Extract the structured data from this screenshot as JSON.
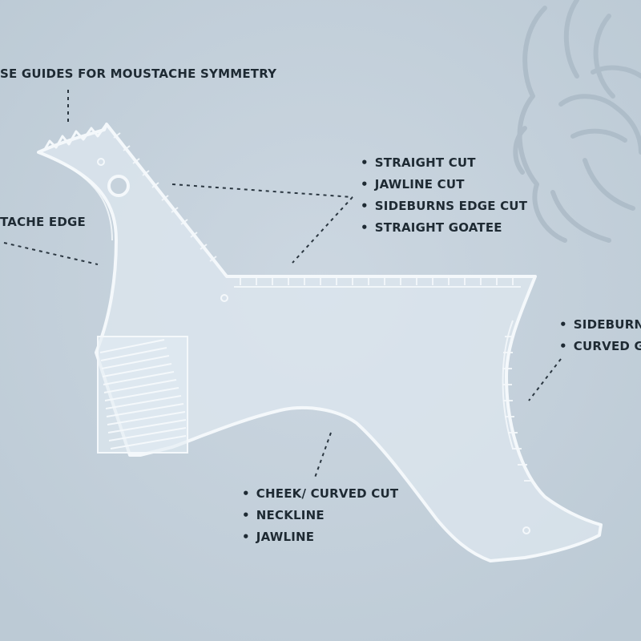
{
  "callouts": {
    "top_guides": "SE GUIDES FOR MOUSTACHE SYMMETRY",
    "moustache_edge": "TACHE EDGE",
    "top_right_list": [
      "STRAIGHT CUT",
      "JAWLINE CUT",
      "SIDEBURNS EDGE CUT",
      "STRAIGHT GOATEE"
    ],
    "right_list": [
      "SIDEBURNS",
      "CURVED GO"
    ],
    "bottom_list": [
      "CHEEK/ CURVED CUT",
      "NECKLINE",
      "JAWLINE"
    ]
  },
  "colors": {
    "background": "#c6d2dc",
    "text": "#1e2a33",
    "tool_fill": "#dde7ef",
    "tool_edge": "#f4f8fb",
    "emblem": "#adbcc8"
  },
  "icons": {
    "emblem": "lion-head-icon"
  }
}
